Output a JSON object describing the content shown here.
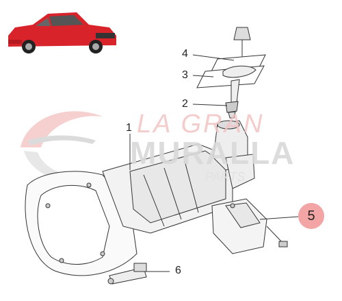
{
  "watermark": {
    "line1": "LA GRAN",
    "line2": "MURALLA",
    "line3": "PARTS"
  },
  "callouts": [
    {
      "id": "4",
      "label": "4"
    },
    {
      "id": "3",
      "label": "3"
    },
    {
      "id": "2",
      "label": "2"
    },
    {
      "id": "1",
      "label": "1"
    },
    {
      "id": "5",
      "label": "5"
    },
    {
      "id": "6",
      "label": "6"
    }
  ],
  "colors": {
    "truck_body": "#d8232a",
    "highlight_badge": "#f3a4a4",
    "line_art": "#333333",
    "watermark_red": "#f3c4c4",
    "watermark_gray": "#d9d9d9"
  }
}
